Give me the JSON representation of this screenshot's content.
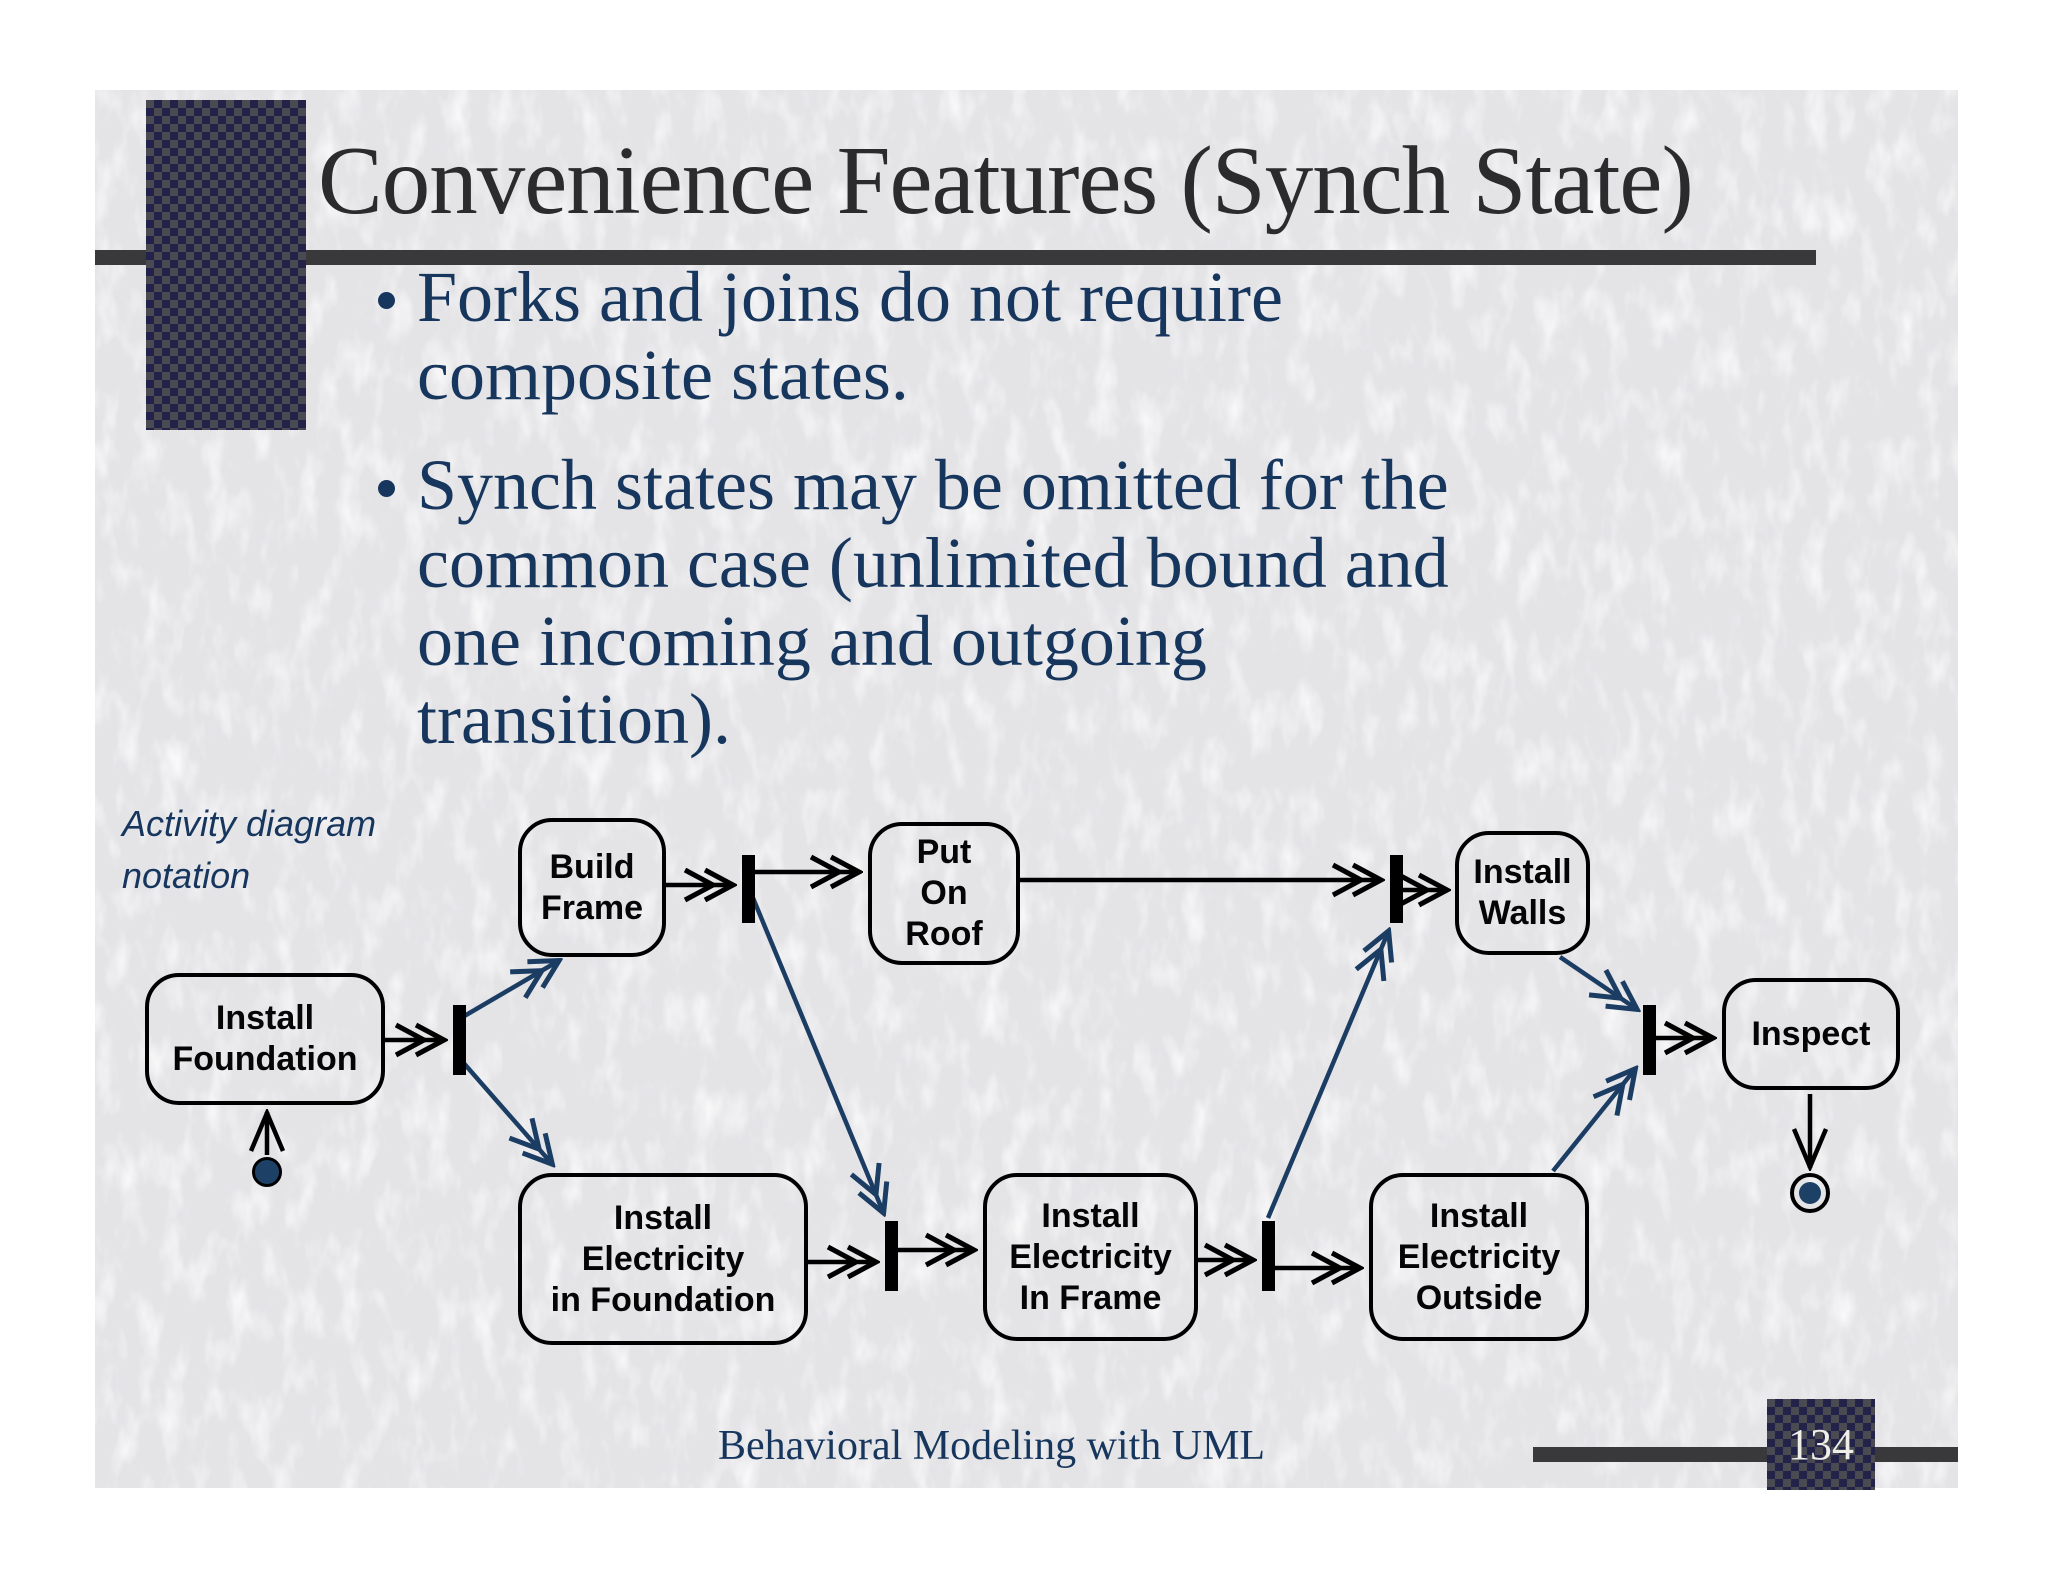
{
  "slide": {
    "title": "Convenience Features (Synch State)",
    "bullets": [
      {
        "text": "Forks and joins do not require\ncomposite states."
      },
      {
        "text": "Synch states may be omitted for the\ncommon case (unlimited bound and\none incoming and outgoing\ntransition)."
      }
    ],
    "side_label": "Activity diagram\nnotation",
    "footer_text": "Behavioral Modeling with UML",
    "page_number": "134"
  },
  "colors": {
    "slide_background": "#e4e4e7",
    "accent_navy_text": "#17365d",
    "arrow_navy": "#1c3d63",
    "rule_dark": "#39393b",
    "node_border": "#000000",
    "title_text": "#2b2b2d"
  },
  "diagram": {
    "type": "uml-activity-diagram",
    "nodes": [
      {
        "id": "install-foundation",
        "label": "Install\nFoundation"
      },
      {
        "id": "build-frame",
        "label": "Build\nFrame"
      },
      {
        "id": "put-on-roof",
        "label": "Put\nOn\nRoof"
      },
      {
        "id": "install-walls",
        "label": "Install\nWalls"
      },
      {
        "id": "inspect",
        "label": "Inspect"
      },
      {
        "id": "install-electricity-in-foundation",
        "label": "Install\nElectricity\nin Foundation"
      },
      {
        "id": "install-electricity-in-frame",
        "label": "Install\nElectricity\nIn Frame"
      },
      {
        "id": "install-electricity-outside",
        "label": "Install\nElectricity\nOutside"
      }
    ],
    "pseudo_states": [
      {
        "id": "initial",
        "kind": "initial-state"
      },
      {
        "id": "final",
        "kind": "final-state"
      }
    ],
    "sync_bars": [
      "fork-after-install-foundation",
      "fork-after-build-frame",
      "join-before-install-walls",
      "join-before-inspect",
      "join-before-install-electricity-in-frame",
      "fork-after-install-electricity-in-frame"
    ],
    "edges": [
      {
        "from": "initial",
        "to": "install-foundation"
      },
      {
        "from": "install-foundation",
        "to": "fork-after-install-foundation"
      },
      {
        "from": "fork-after-install-foundation",
        "to": "build-frame"
      },
      {
        "from": "fork-after-install-foundation",
        "to": "install-electricity-in-foundation"
      },
      {
        "from": "build-frame",
        "to": "fork-after-build-frame"
      },
      {
        "from": "fork-after-build-frame",
        "to": "put-on-roof"
      },
      {
        "from": "fork-after-build-frame",
        "to": "join-before-install-electricity-in-frame"
      },
      {
        "from": "put-on-roof",
        "to": "join-before-install-walls"
      },
      {
        "from": "install-electricity-in-foundation",
        "to": "join-before-install-electricity-in-frame"
      },
      {
        "from": "join-before-install-electricity-in-frame",
        "to": "install-electricity-in-frame"
      },
      {
        "from": "install-electricity-in-frame",
        "to": "fork-after-install-electricity-in-frame"
      },
      {
        "from": "fork-after-install-electricity-in-frame",
        "to": "install-electricity-outside"
      },
      {
        "from": "fork-after-install-electricity-in-frame",
        "to": "join-before-install-walls"
      },
      {
        "from": "join-before-install-walls",
        "to": "install-walls"
      },
      {
        "from": "install-walls",
        "to": "join-before-inspect"
      },
      {
        "from": "install-electricity-outside",
        "to": "join-before-inspect"
      },
      {
        "from": "join-before-inspect",
        "to": "inspect"
      },
      {
        "from": "inspect",
        "to": "final"
      }
    ]
  }
}
